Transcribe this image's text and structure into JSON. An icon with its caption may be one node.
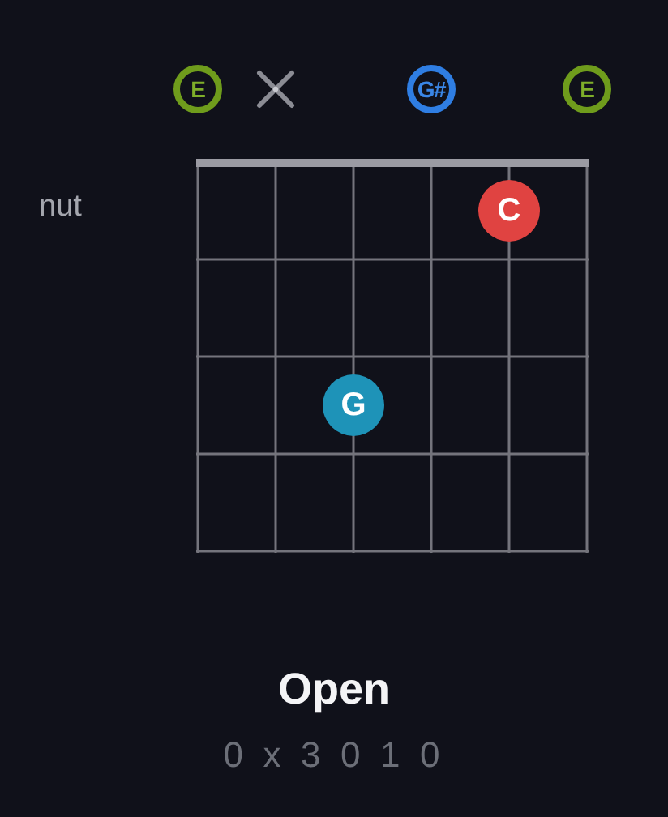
{
  "diagram": {
    "title": "Open",
    "caption": "0 x 3 0 1 0",
    "nodes": [
      {
        "text": [
          "E"
        ]
      },
      {
        "text": [],
        "shape": "cross"
      },
      {
        "text": [
          "G#"
        ]
      },
      {
        "text": [
          "E"
        ]
      },
      {
        "text": [
          "C"
        ]
      },
      {
        "text": [
          "G"
        ]
      }
    ],
    "labels": [
      "nut"
    ]
  }
}
